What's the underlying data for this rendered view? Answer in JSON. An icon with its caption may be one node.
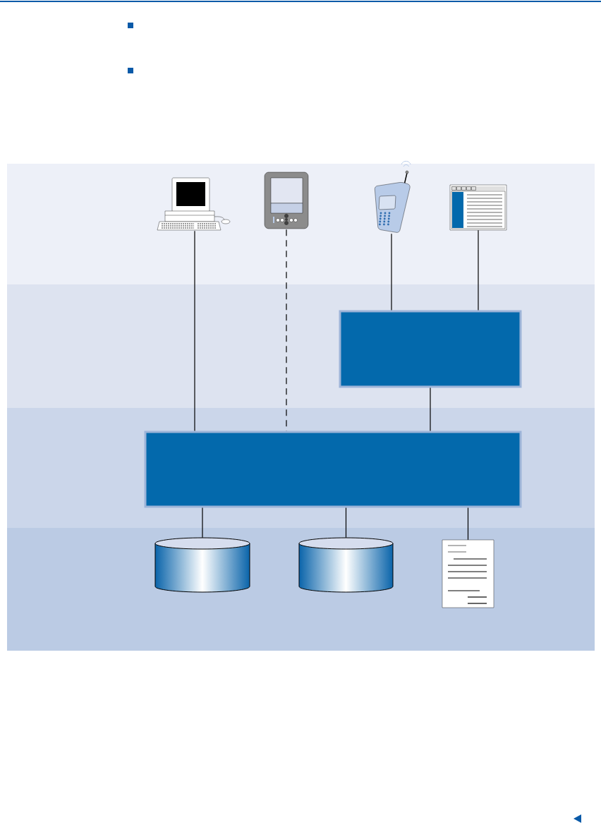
{
  "diagram": {
    "nodes": [
      {
        "text": [],
        "shape": "picture"
      },
      {
        "text": [],
        "shape": "picture"
      },
      {
        "text": [],
        "shape": "picture"
      },
      {
        "text": [],
        "shape": "picture"
      },
      {
        "text": [],
        "shape": "box"
      },
      {
        "text": [],
        "shape": "box"
      },
      {
        "text": [],
        "shape": "cylinder"
      },
      {
        "text": [],
        "shape": "cylinder"
      },
      {
        "text": [],
        "shape": "document"
      }
    ],
    "edges": [
      {
        "from": 0,
        "to": 5,
        "arrow": "none"
      },
      {
        "from": 1,
        "to": 5,
        "arrow": "none",
        "style": "dashed"
      },
      {
        "from": 2,
        "to": 4,
        "arrow": "none"
      },
      {
        "from": 3,
        "to": 4,
        "arrow": "none"
      },
      {
        "from": 4,
        "to": 5,
        "arrow": "none"
      },
      {
        "from": 5,
        "to": 6,
        "arrow": "none"
      },
      {
        "from": 5,
        "to": 7,
        "arrow": "none"
      },
      {
        "from": 5,
        "to": 8,
        "arrow": "none"
      }
    ]
  }
}
